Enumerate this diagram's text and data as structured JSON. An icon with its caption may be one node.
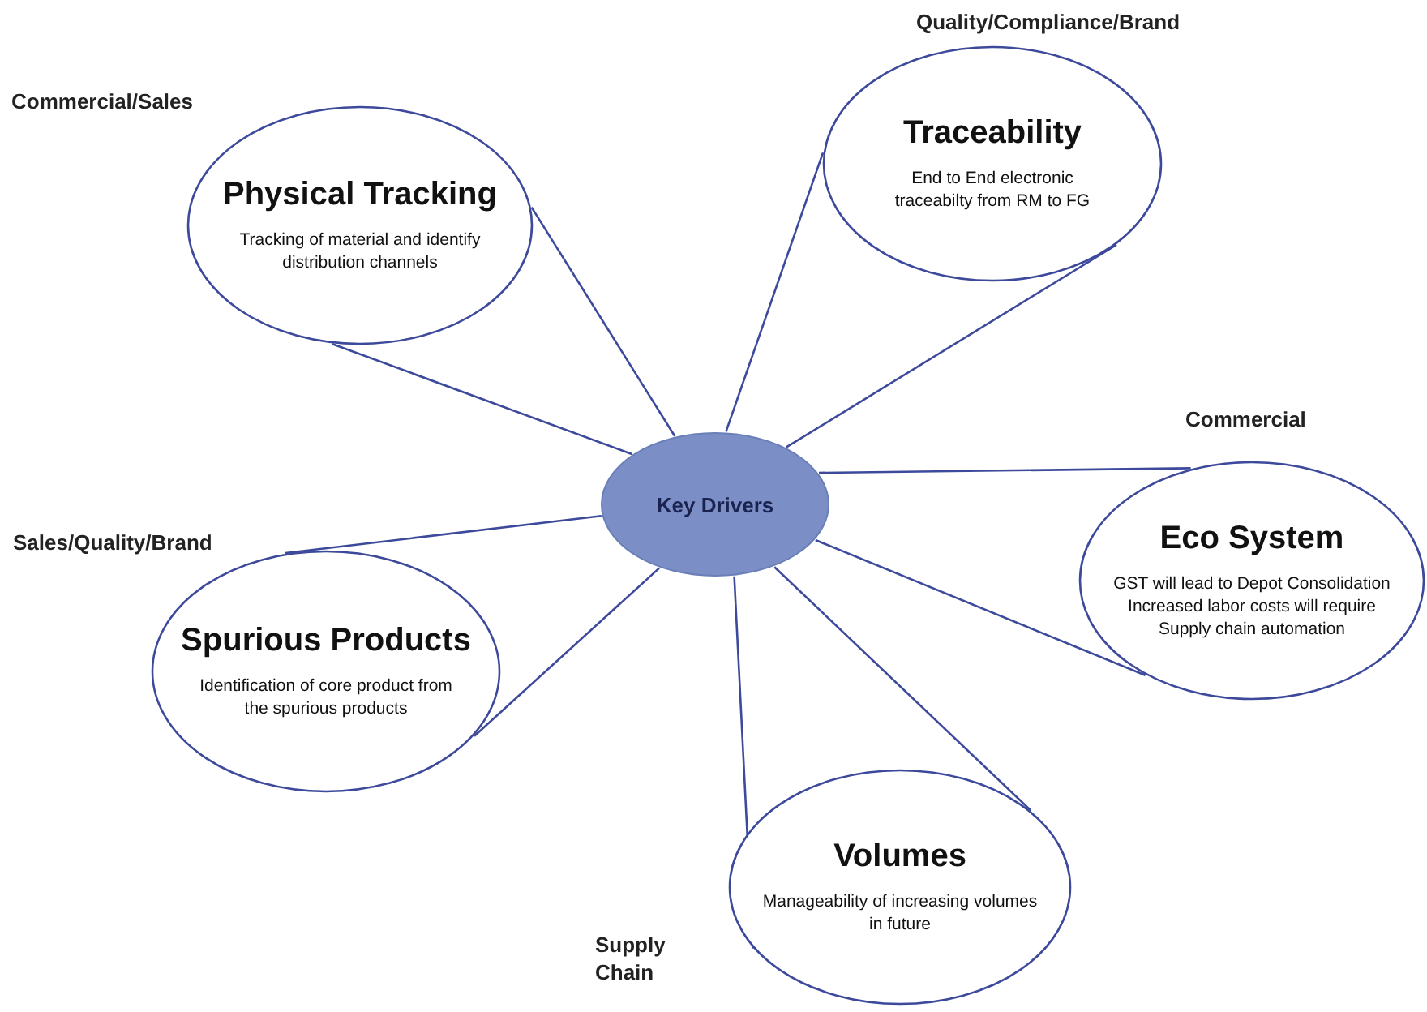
{
  "diagram": {
    "nodes": [
      {
        "text": [
          "Key Drivers"
        ]
      },
      {
        "text": [
          "Physical Tracking",
          "Tracking of material and identify distribution channels"
        ],
        "beside": [
          "Commercial/Sales"
        ]
      },
      {
        "text": [
          "Traceability",
          "End to End electronic traceabilty from RM to FG"
        ],
        "beside": [
          "Quality/Compliance/Brand"
        ]
      },
      {
        "text": [
          "Eco System",
          "GST will lead to Depot Consolidation Increased labor costs will require Supply chain automation"
        ],
        "beside": [
          "Commercial"
        ]
      },
      {
        "text": [
          "Spurious Products",
          "Identification of core product from the spurious products"
        ],
        "beside": [
          "Sales/Quality/Brand"
        ]
      },
      {
        "text": [
          "Volumes",
          "Manageability of increasing volumes in future"
        ],
        "beside": [
          "Supply Chain"
        ]
      }
    ],
    "edges": [
      {
        "from": 0,
        "to": 1,
        "arrow": "none"
      },
      {
        "from": 0,
        "to": 1,
        "arrow": "none"
      },
      {
        "from": 0,
        "to": 2,
        "arrow": "none"
      },
      {
        "from": 0,
        "to": 2,
        "arrow": "none"
      },
      {
        "from": 0,
        "to": 3,
        "arrow": "none"
      },
      {
        "from": 0,
        "to": 3,
        "arrow": "none"
      },
      {
        "from": 0,
        "to": 4,
        "arrow": "none"
      },
      {
        "from": 0,
        "to": 4,
        "arrow": "none"
      },
      {
        "from": 0,
        "to": 5,
        "arrow": "none"
      },
      {
        "from": 0,
        "to": 5,
        "arrow": "none"
      }
    ]
  }
}
